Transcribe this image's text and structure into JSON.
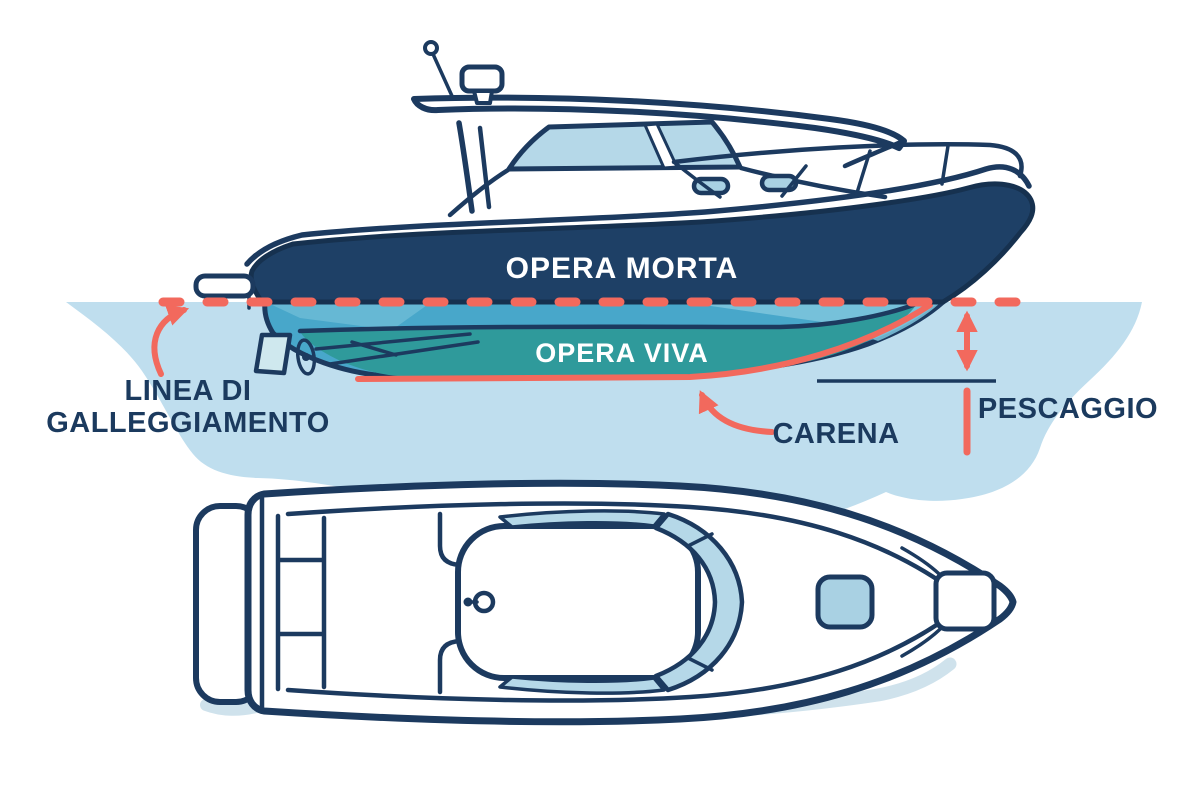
{
  "diagram": {
    "title_context": "boat-hull-terminology-diagram",
    "side_view": {
      "hull_upper_label": "OPERA MORTA",
      "hull_lower_label": "OPERA VIVA"
    },
    "annotations": {
      "waterline_label_line1": "LINEA DI",
      "waterline_label_line2": "GALLEGGIAMENTO",
      "hull_bottom_label": "CARENA",
      "draft_label": "PESCAGGIO"
    },
    "colors": {
      "navy_outline": "#1c3a5f",
      "hull_navy": "#1e4066",
      "underwater_blue": "#48a7ca",
      "underwater_light": "#7fc6dd",
      "teal_band": "#2f9a9b",
      "water": "#bfdeee",
      "accent_red": "#f2695d",
      "glass_blue": "#b5d8e8",
      "hatch_blue": "#a9d1e3",
      "shadow": "#cfe2ec",
      "text_navy": "#1b3a5e",
      "text_white": "#ffffff"
    }
  }
}
